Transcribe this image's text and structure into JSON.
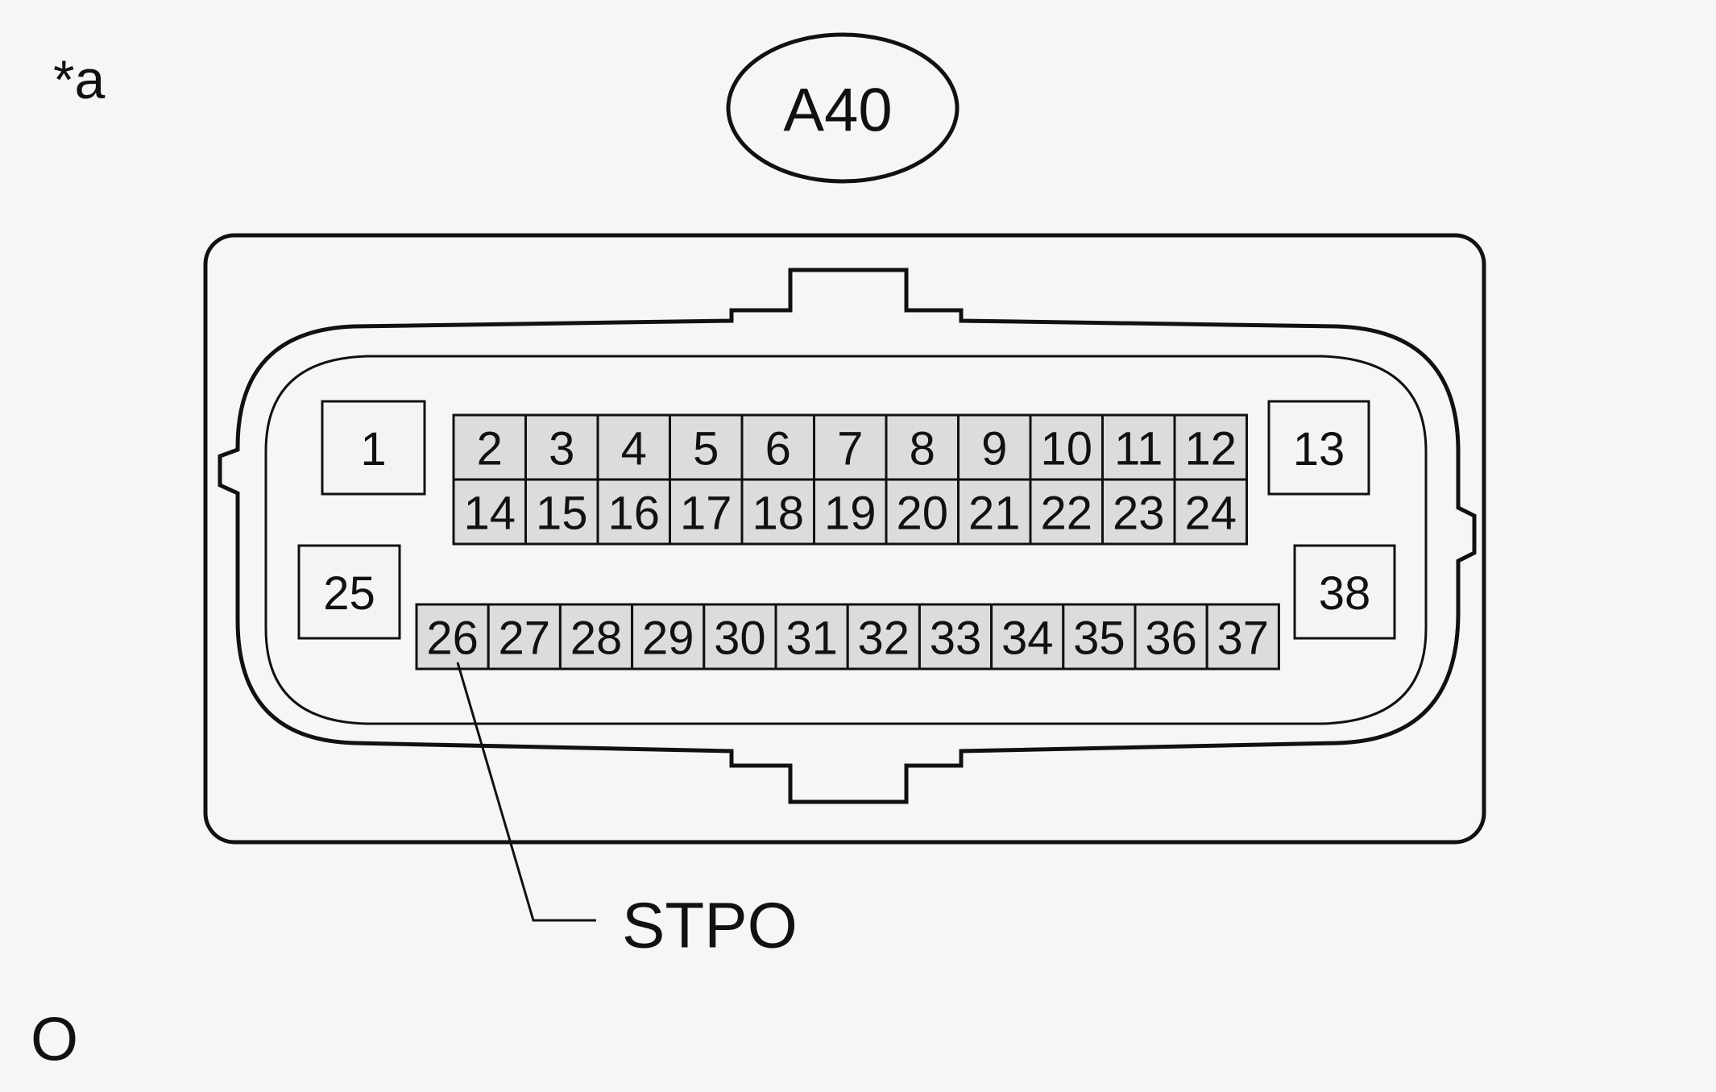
{
  "labels": {
    "figure_label": "*a",
    "connector_id": "A40",
    "terminal_name": "STPO",
    "view_mark": "O"
  },
  "connector": {
    "terminal_fill": "#dcdcdc",
    "corner_terminal_fill": "#f4f4f4",
    "row1_upper": [
      "2",
      "3",
      "4",
      "5",
      "6",
      "7",
      "8",
      "9",
      "10",
      "11",
      "12"
    ],
    "row1_lower": [
      "14",
      "15",
      "16",
      "17",
      "18",
      "19",
      "20",
      "21",
      "22",
      "23",
      "24"
    ],
    "row2": [
      "26",
      "27",
      "28",
      "29",
      "30",
      "31",
      "32",
      "33",
      "34",
      "35",
      "36",
      "37"
    ],
    "corner_terminals": [
      "1",
      "13",
      "25",
      "38"
    ],
    "highlighted_terminal": "26"
  }
}
